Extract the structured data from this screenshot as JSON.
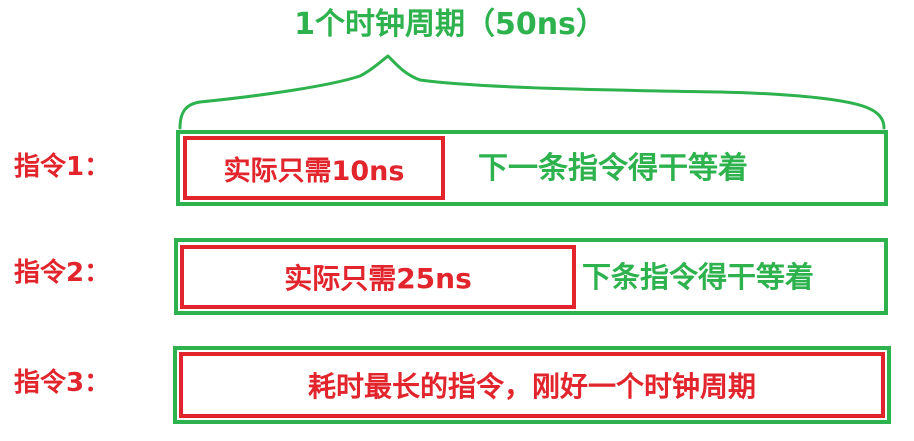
{
  "title": "1个时钟周期（50ns）",
  "colors": {
    "green": "#2db24d",
    "red": "#e2252c"
  },
  "rows": [
    {
      "label": "指令1：",
      "exec_text": "实际只需10ns",
      "wait_text": "下一条指令得干等着"
    },
    {
      "label": "指令2：",
      "exec_text": "实际只需25ns",
      "wait_text": "下条指令得干等着"
    },
    {
      "label": "指令3：",
      "exec_text": "耗时最长的指令，刚好一个时钟周期",
      "wait_text": ""
    }
  ]
}
